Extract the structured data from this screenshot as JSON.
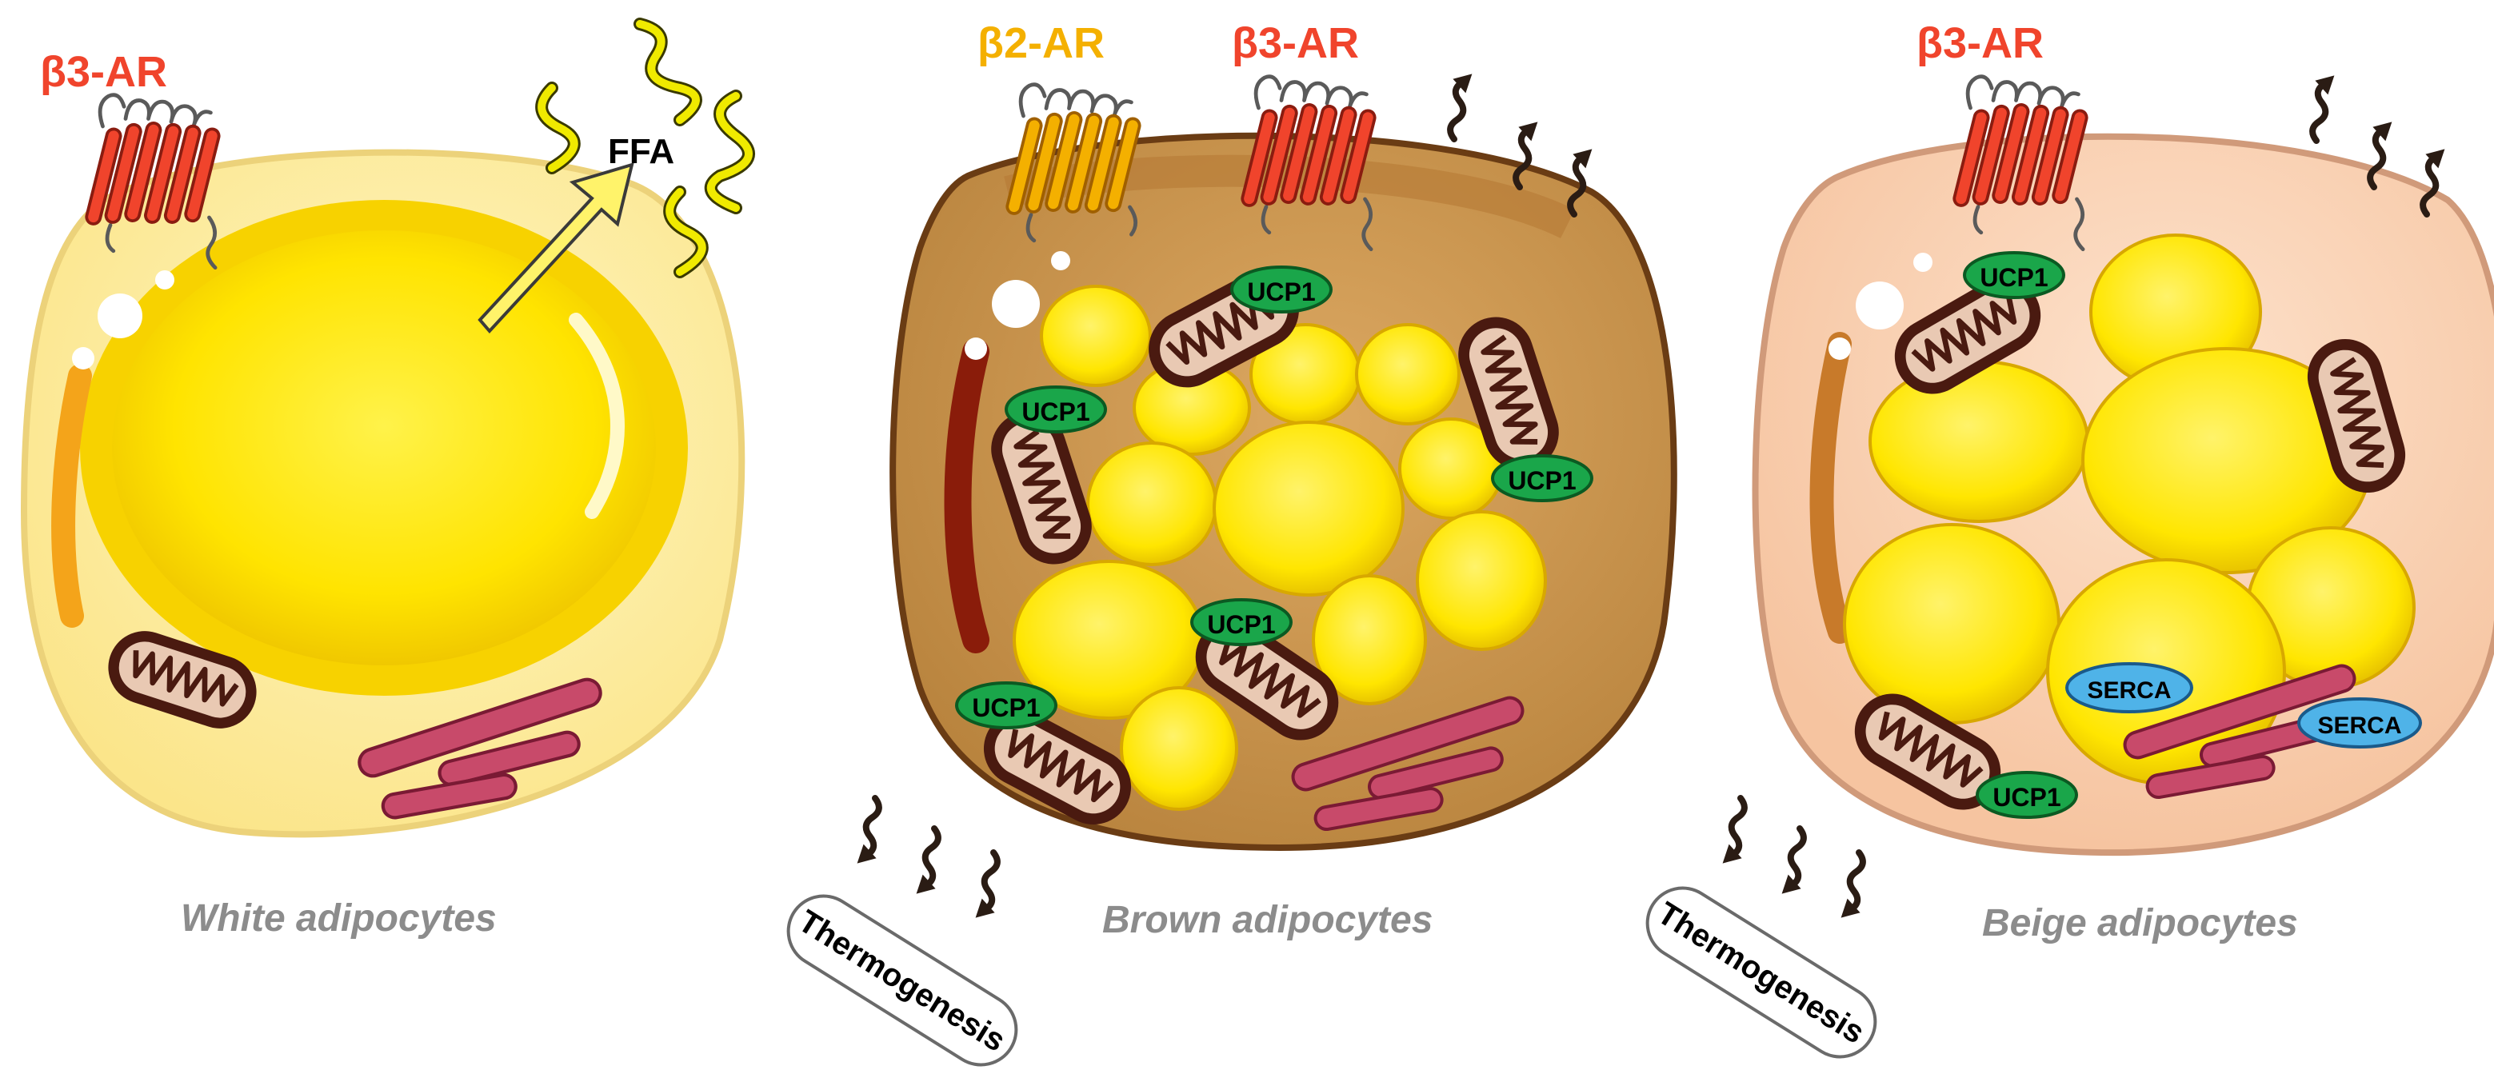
{
  "panels": [
    {
      "caption": "White adipocytes",
      "receptors": [
        "β3-AR"
      ],
      "product": "FFA"
    },
    {
      "caption": "Brown adipocytes",
      "receptors": [
        "β2-AR",
        "β3-AR"
      ],
      "proteins": [
        "UCP1",
        "UCP1",
        "UCP1",
        "UCP1",
        "UCP1"
      ],
      "output": "Thermogenesis"
    },
    {
      "caption": "Beige adipocytes",
      "receptors": [
        "β3-AR"
      ],
      "proteins": [
        "UCP1",
        "UCP1",
        "SERCA",
        "SERCA"
      ],
      "output": "Thermogenesis"
    }
  ],
  "colors": {
    "beta3_label": "#f0442c",
    "beta2_label": "#f4b000",
    "caption": "#8c8c8c",
    "ucp1": "#1aa64a",
    "serca": "#4fb3e8",
    "lipid": "#ffe600",
    "white_cell": "#fff0a8",
    "brown_cell": "#c8924a",
    "beige_cell": "#fbd2b2",
    "mito": "#e8c8b0",
    "er": "#c84a6a",
    "ffa_chain": "#e8e000",
    "heat": "#2a1c14"
  }
}
